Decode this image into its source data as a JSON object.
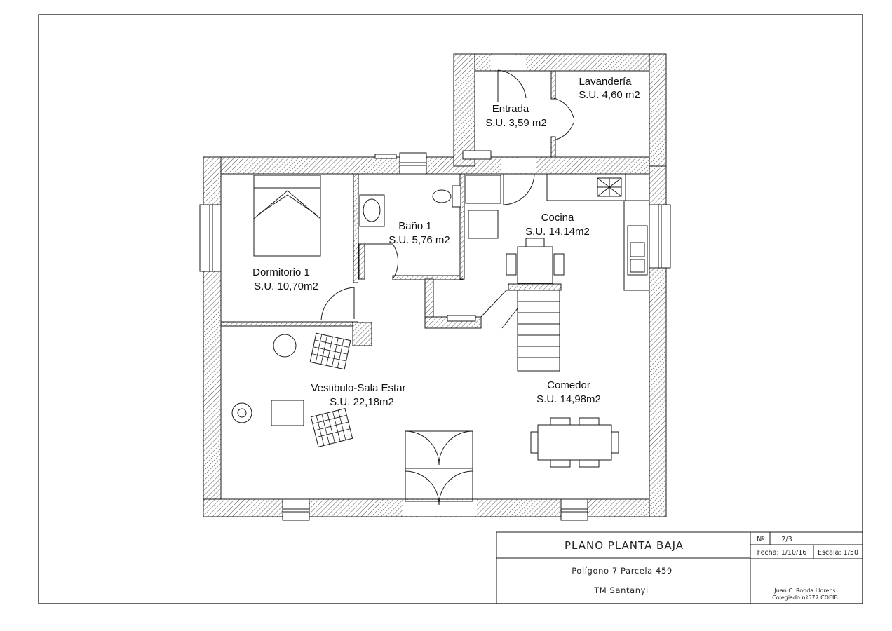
{
  "rooms": {
    "lavanderia": {
      "name": "Lavandería",
      "area": "S.U. 4,60 m2"
    },
    "entrada": {
      "name": "Entrada",
      "area": "S.U. 3,59 m2"
    },
    "bano": {
      "name": "Baño 1",
      "area": "S.U. 5,76 m2"
    },
    "cocina": {
      "name": "Cocina",
      "area": "S.U. 14,14m2"
    },
    "dormitorio": {
      "name": "Dormitorio 1",
      "area": "S.U. 10,70m2"
    },
    "vestibulo": {
      "name": "Vestibulo-Sala Estar",
      "area": "S.U. 22,18m2"
    },
    "comedor": {
      "name": "Comedor",
      "area": "S.U. 14,98m2"
    }
  },
  "title_block": {
    "title": "PLANO PLANTA BAJA",
    "location_1": "Polígono 7 Parcela 459",
    "location_2": "TM Santanyi",
    "number_label": "Nº",
    "number_value": "2/3",
    "date": "Fecha: 1/10/16",
    "scale": "Escala: 1/50",
    "author_1": "Juan C. Ronda Llorens",
    "author_2": "Colegiado nº577 COEIB"
  },
  "colors": {
    "line": "#1a1a1a",
    "hatch": "#444444",
    "paper": "#ffffff"
  }
}
